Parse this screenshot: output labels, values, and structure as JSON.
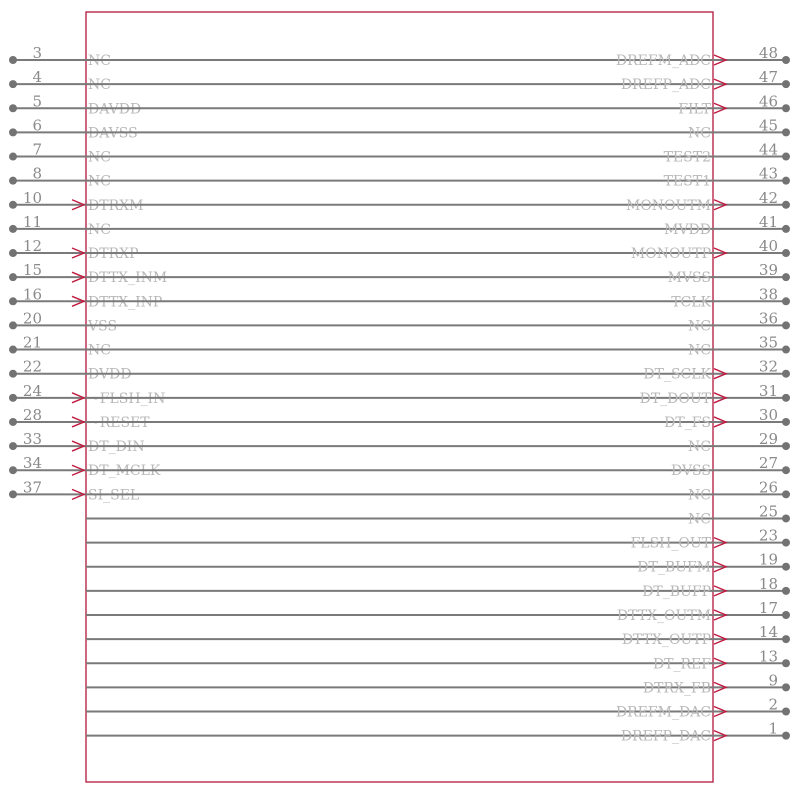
{
  "colors": {
    "body_outline": "#b0163a",
    "pin_line": "#7a7a7a",
    "pin_dot": "#737373",
    "arrow": "#c01a40",
    "pin_name": "#b8b8b8",
    "pin_number": "#8a8a8a",
    "background": "#ffffff"
  },
  "left_pins": [
    {
      "num": "3",
      "name": "NC",
      "arrow": false
    },
    {
      "num": "4",
      "name": "NC",
      "arrow": false
    },
    {
      "num": "5",
      "name": "DAVDD",
      "arrow": false
    },
    {
      "num": "6",
      "name": "DAVSS",
      "arrow": false
    },
    {
      "num": "7",
      "name": "NC",
      "arrow": false
    },
    {
      "num": "8",
      "name": "NC",
      "arrow": false
    },
    {
      "num": "10",
      "name": "DTRXM",
      "arrow": true
    },
    {
      "num": "11",
      "name": "NC",
      "arrow": false
    },
    {
      "num": "12",
      "name": "DTRXP",
      "arrow": true
    },
    {
      "num": "15",
      "name": "DTTX_INM",
      "arrow": true
    },
    {
      "num": "16",
      "name": "DTTX_INP",
      "arrow": true
    },
    {
      "num": "20",
      "name": "VSS",
      "arrow": false
    },
    {
      "num": "21",
      "name": "NC",
      "arrow": false
    },
    {
      "num": "22",
      "name": "DVDD",
      "arrow": false
    },
    {
      "num": "24",
      "name": "~FLSH_IN",
      "arrow": true
    },
    {
      "num": "28",
      "name": "~RESET",
      "arrow": true
    },
    {
      "num": "33",
      "name": "DT_DIN",
      "arrow": true
    },
    {
      "num": "34",
      "name": "DT_MCLK",
      "arrow": true
    },
    {
      "num": "37",
      "name": "SI_SEL",
      "arrow": true
    }
  ],
  "right_pins": [
    {
      "num": "48",
      "name": "DREFM_ADC",
      "arrow": true
    },
    {
      "num": "47",
      "name": "DREFP_ADC",
      "arrow": true
    },
    {
      "num": "46",
      "name": "FILT",
      "arrow": true
    },
    {
      "num": "45",
      "name": "NC",
      "arrow": false
    },
    {
      "num": "44",
      "name": "TEST2",
      "arrow": false
    },
    {
      "num": "43",
      "name": "TEST1",
      "arrow": false
    },
    {
      "num": "42",
      "name": "MONOUTM",
      "arrow": true
    },
    {
      "num": "41",
      "name": "MVDD",
      "arrow": false
    },
    {
      "num": "40",
      "name": "MONOUTP",
      "arrow": true
    },
    {
      "num": "39",
      "name": "MVSS",
      "arrow": false
    },
    {
      "num": "38",
      "name": "TCLK",
      "arrow": false
    },
    {
      "num": "36",
      "name": "NC",
      "arrow": false
    },
    {
      "num": "35",
      "name": "NC",
      "arrow": false
    },
    {
      "num": "32",
      "name": "DT_SCLK",
      "arrow": true
    },
    {
      "num": "31",
      "name": "DT_DOUT",
      "arrow": true
    },
    {
      "num": "30",
      "name": "DT_FS",
      "arrow": true
    },
    {
      "num": "29",
      "name": "NC",
      "arrow": false
    },
    {
      "num": "27",
      "name": "DVSS",
      "arrow": false
    },
    {
      "num": "26",
      "name": "NC",
      "arrow": false
    },
    {
      "num": "25",
      "name": "NC",
      "arrow": false
    },
    {
      "num": "23",
      "name": "FLSH_OUT",
      "arrow": true
    },
    {
      "num": "19",
      "name": "DT_BUFM",
      "arrow": true
    },
    {
      "num": "18",
      "name": "DT_BUFP",
      "arrow": true
    },
    {
      "num": "17",
      "name": "DTTX_OUTM",
      "arrow": true
    },
    {
      "num": "14",
      "name": "DTTX_OUTP",
      "arrow": true
    },
    {
      "num": "13",
      "name": "DT_REF",
      "arrow": true
    },
    {
      "num": "9",
      "name": "DTRX_FB",
      "arrow": true
    },
    {
      "num": "2",
      "name": "DREFM_DAC",
      "arrow": true
    },
    {
      "num": "1",
      "name": "DREFP_DAC",
      "arrow": true
    }
  ]
}
